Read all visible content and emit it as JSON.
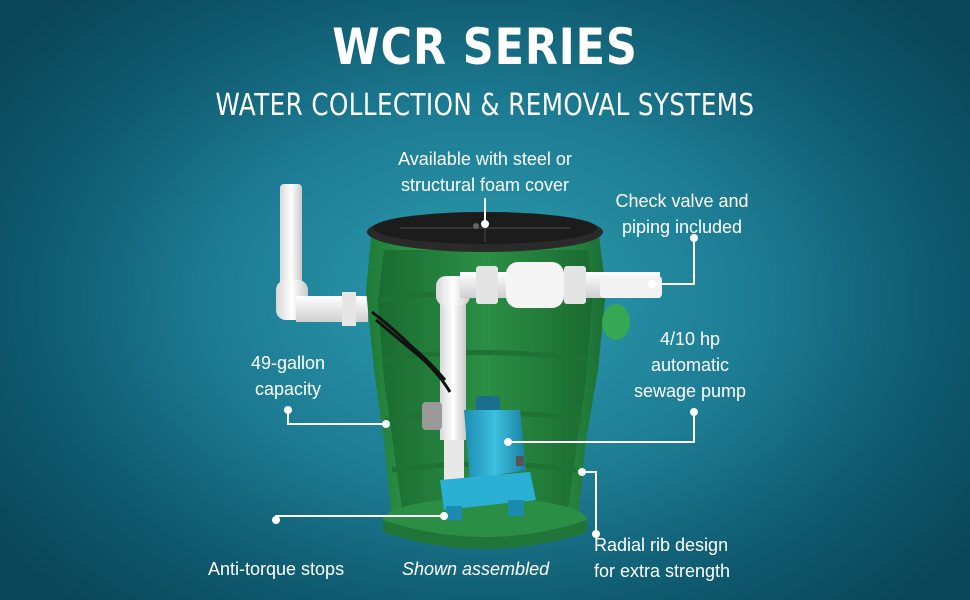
{
  "header": {
    "title": "WCR SERIES",
    "subtitle": "WATER COLLECTION & REMOVAL SYSTEMS"
  },
  "callouts": {
    "cover_line1": "Available with steel or",
    "cover_line2": "structural foam cover",
    "check_line1": "Check valve and",
    "check_line2": "piping included",
    "capacity_line1": "49-gallon",
    "capacity_line2": "capacity",
    "pump_line1": "4/10 hp",
    "pump_line2": "automatic",
    "pump_line3": "sewage pump",
    "antitorque": "Anti-torque stops",
    "shown_assembled": "Shown assembled",
    "radial_line1": "Radial rib design",
    "radial_line2": "for extra strength"
  },
  "colors": {
    "background": "#1d7c93",
    "basin": "#2e9a4a",
    "cover": "#1c1c1c",
    "pump": "#28a8cc",
    "pipe": "#f2f2f2"
  }
}
